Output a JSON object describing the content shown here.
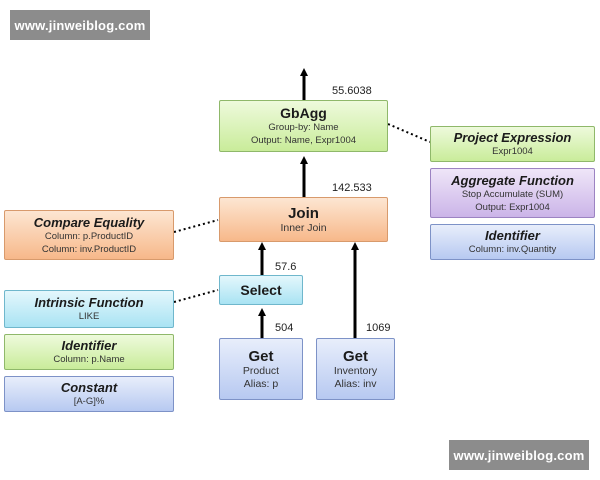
{
  "watermark": {
    "top": "www.jinweiblog.com",
    "bottom": "www.jinweiblog.com"
  },
  "nodes": {
    "gbagg": {
      "title": "GbAgg",
      "line1": "Group-by: Name",
      "line2": "Output: Name, Expr1004"
    },
    "join": {
      "title": "Join",
      "line1": "Inner Join"
    },
    "select": {
      "title": "Select"
    },
    "get_product": {
      "title": "Get",
      "line1": "Product",
      "line2": "Alias: p"
    },
    "get_inventory": {
      "title": "Get",
      "line1": "Inventory",
      "line2": "Alias: inv"
    },
    "project_expression": {
      "title": "Project Expression",
      "line1": "Expr1004"
    },
    "aggregate_function": {
      "title": "Aggregate Function",
      "line1": "Stop Accumulate (SUM)",
      "line2": "Output: Expr1004"
    },
    "identifier_right": {
      "title": "Identifier",
      "line1": "Column: inv.Quantity"
    },
    "compare_equality": {
      "title": "Compare Equality",
      "line1": "Column: p.ProductID",
      "line2": "Column: inv.ProductID"
    },
    "intrinsic_function": {
      "title": "Intrinsic Function",
      "line1": "LIKE"
    },
    "identifier_left": {
      "title": "Identifier",
      "line1": "Column: p.Name"
    },
    "constant": {
      "title": "Constant",
      "line1": "[A-G]%"
    }
  },
  "cardinalities": {
    "gbagg": "55.6038",
    "join": "142.533",
    "select": "57.6",
    "get_product": "504",
    "get_inventory": "1069"
  }
}
